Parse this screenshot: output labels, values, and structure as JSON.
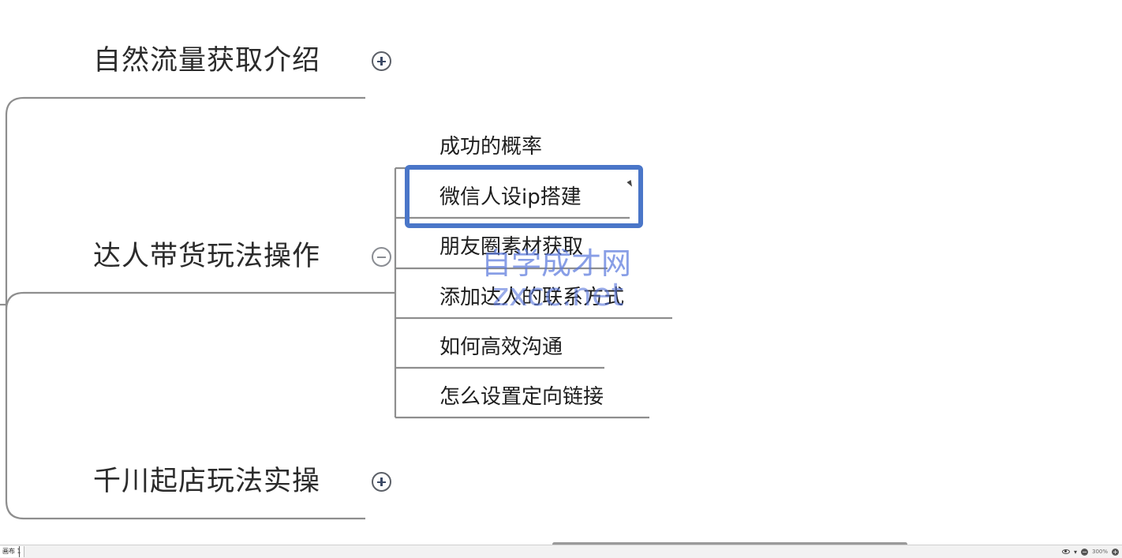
{
  "mindmap": {
    "topics": [
      {
        "label": "自然流量获取介绍",
        "toggle": "+"
      },
      {
        "label": "达人带货玩法操作",
        "toggle": "−"
      },
      {
        "label": "千川起店玩法实操",
        "toggle": "+"
      }
    ],
    "subtopics": [
      {
        "label": "成功的概率"
      },
      {
        "label": "微信人设ip搭建"
      },
      {
        "label": "朋友圈素材获取"
      },
      {
        "label": "添加达人的联系方式"
      },
      {
        "label": "如何高效沟通"
      },
      {
        "label": "怎么设置定向链接"
      }
    ],
    "selected_subtopic": "微信人设ip搭建"
  },
  "watermark": {
    "line1": "自学成才网",
    "line2": "zxcc.net"
  },
  "statusbar": {
    "sheet_tab": "画布 1",
    "zoom": "300%",
    "zoom_out": "−",
    "zoom_in": "+"
  },
  "colors": {
    "branch_line": "#8e8e8e",
    "selection_border": "#4a76c8",
    "toggle_plus": "#3c4a66",
    "toggle_minus": "#8a8d93"
  }
}
